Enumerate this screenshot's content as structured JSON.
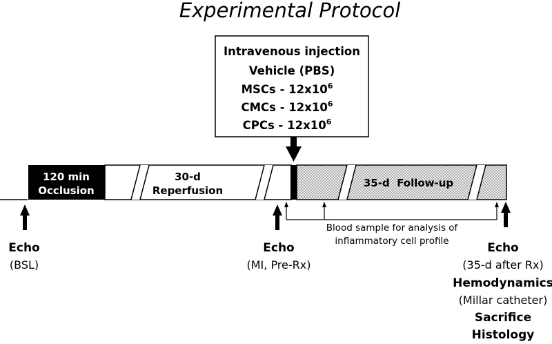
{
  "title": "Experimental Protocol",
  "injection_box": {
    "heading": "Intravenous injection",
    "groups": [
      {
        "label": "Vehicle (PBS)",
        "dose": "",
        "exp": ""
      },
      {
        "label": "MSCs - 12x10",
        "exp": "6"
      },
      {
        "label": "CMCs - 12x10",
        "exp": "6"
      },
      {
        "label": "CPCs - 12x10",
        "exp": "6"
      }
    ]
  },
  "timeline": {
    "occlusion_line1": "120 min",
    "occlusion_line2": "Occlusion",
    "reperfusion_line1": "30-d",
    "reperfusion_line2": "Reperfusion",
    "followup": "35-d  Follow-up"
  },
  "blood_note": {
    "line1": "Blood sample for analysis of",
    "line2": "inflammatory cell profile"
  },
  "echo_baseline": {
    "title": "Echo",
    "sub": "(BSL)"
  },
  "echo_mi": {
    "title": "Echo",
    "sub": "(MI, Pre-Rx)"
  },
  "echo_final": {
    "title": "Echo",
    "sub": "(35-d after Rx)",
    "hemo_title": "Hemodynamics",
    "hemo_sub": "(Millar catheter)",
    "sacrifice": "Sacrifice",
    "histology": "Histology"
  }
}
